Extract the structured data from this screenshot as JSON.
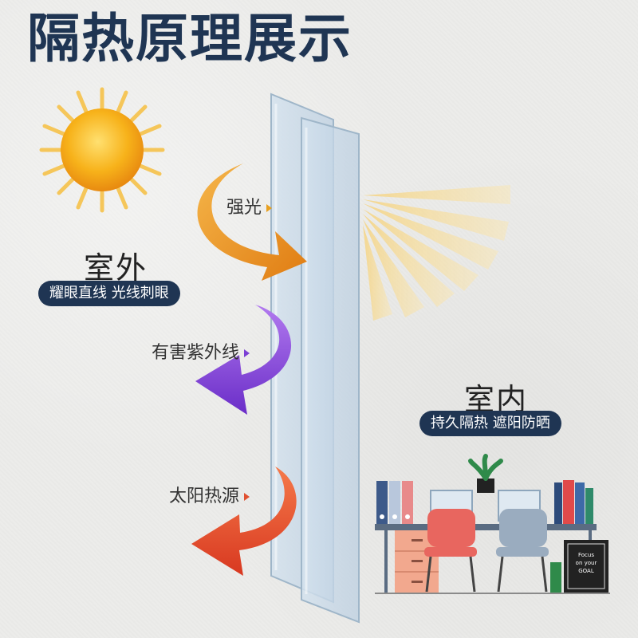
{
  "title": "隔热原理展示",
  "outside": {
    "label": "室外",
    "badge": "耀眼直线 光线刺眼"
  },
  "inside": {
    "label": "室内",
    "badge": "持久隔热 遮阳防晒"
  },
  "arrows": [
    {
      "label": "强光",
      "color": "#e8951c"
    },
    {
      "label": "有害紫外线",
      "color": "#7b3fd4"
    },
    {
      "label": "太阳热源",
      "color": "#e04a2a"
    }
  ],
  "poster_text": [
    "Focus",
    "on your",
    "GOAL"
  ],
  "colors": {
    "title": "#1f3553",
    "badge_bg": "#1f3553",
    "sun": "#f7b21a",
    "glass": "#c9d9e6"
  }
}
